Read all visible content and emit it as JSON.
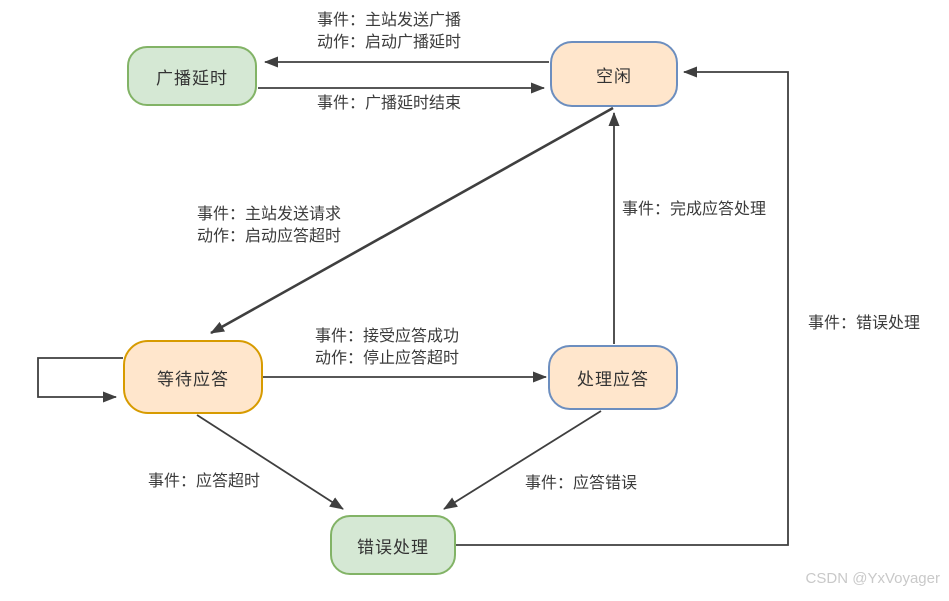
{
  "diagram_title": "serial-protocol-state-machine",
  "colors": {
    "state_green_fill": "#d5e8d4",
    "state_green_border": "#82b366",
    "state_peach_fill": "#ffe6cc",
    "state_blue_border": "#6c8ebf",
    "state_gold_border": "#d79b00",
    "edge_line": "#3f3f3f",
    "label_text": "#3b3b3b",
    "watermark_text": "#c9c9c9"
  },
  "states": {
    "broadcast_delay": {
      "label": "广播延时"
    },
    "idle": {
      "label": "空闲"
    },
    "wait_response": {
      "label": "等待应答"
    },
    "process_response": {
      "label": "处理应答"
    },
    "error_handling": {
      "label": "错误处理"
    }
  },
  "edges": {
    "idle_to_broadcast": {
      "event": "事件：主站发送广播",
      "action": "动作：启动广播延时"
    },
    "broadcast_to_idle": {
      "event": "事件：广播延时结束"
    },
    "idle_to_wait": {
      "event": "事件：主站发送请求",
      "action": "动作：启动应答超时"
    },
    "wait_to_process": {
      "event": "事件：接受应答成功",
      "action": "动作：停止应答超时"
    },
    "process_to_idle": {
      "event": "事件：完成应答处理"
    },
    "wait_to_error": {
      "event": "事件：应答超时"
    },
    "process_to_error": {
      "event": "事件：应答错误"
    },
    "error_to_idle": {
      "event": "事件：错误处理"
    }
  },
  "watermark": "CSDN @YxVoyager"
}
